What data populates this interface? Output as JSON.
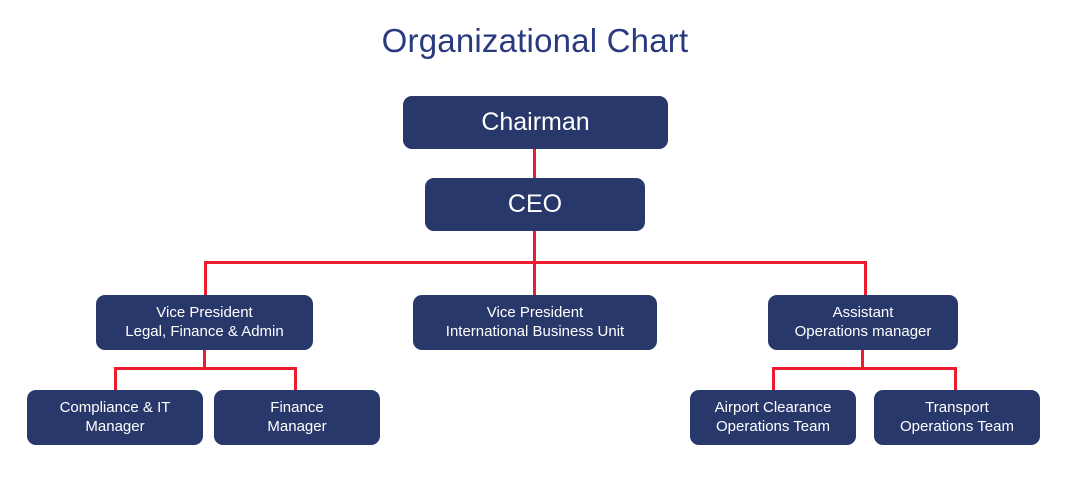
{
  "title": "Organizational Chart",
  "theme": {
    "node_fill": "#29386B",
    "node_text": "#FFFFFF",
    "connector": "#ED1B2E",
    "title_color": "#2A3A7E",
    "background": "#FFFFFF"
  },
  "chart_data": {
    "type": "diagram",
    "diagram_kind": "organizational-chart",
    "title": "Organizational Chart",
    "levels": 4,
    "nodes": [
      {
        "id": "chairman",
        "label": "Chairman",
        "line1": "Chairman",
        "line2": "",
        "level": 1,
        "parent": null
      },
      {
        "id": "ceo",
        "label": "CEO",
        "line1": "CEO",
        "line2": "",
        "level": 2,
        "parent": "chairman"
      },
      {
        "id": "vp-legal",
        "label": "Vice President Legal, Finance & Admin",
        "line1": "Vice President",
        "line2": "Legal, Finance & Admin",
        "level": 3,
        "parent": "ceo"
      },
      {
        "id": "vp-intl",
        "label": "Vice President International Business Unit",
        "line1": "Vice President",
        "line2": "International Business Unit",
        "level": 3,
        "parent": "ceo"
      },
      {
        "id": "asst-ops",
        "label": "Assistant Operations manager",
        "line1": "Assistant",
        "line2": "Operations manager",
        "level": 3,
        "parent": "ceo"
      },
      {
        "id": "compliance",
        "label": "Compliance & IT Manager",
        "line1": "Compliance & IT",
        "line2": "Manager",
        "level": 4,
        "parent": "vp-legal"
      },
      {
        "id": "finance",
        "label": "Finance Manager",
        "line1": "Finance",
        "line2": "Manager",
        "level": 4,
        "parent": "vp-legal"
      },
      {
        "id": "airport",
        "label": "Airport Clearance Operations Team",
        "line1": "Airport Clearance",
        "line2": "Operations Team",
        "level": 4,
        "parent": "asst-ops"
      },
      {
        "id": "transport",
        "label": "Transport Operations Team",
        "line1": "Transport",
        "line2": "Operations Team",
        "level": 4,
        "parent": "asst-ops"
      }
    ],
    "edges": [
      {
        "from": "chairman",
        "to": "ceo"
      },
      {
        "from": "ceo",
        "to": "vp-legal"
      },
      {
        "from": "ceo",
        "to": "vp-intl"
      },
      {
        "from": "ceo",
        "to": "asst-ops"
      },
      {
        "from": "vp-legal",
        "to": "compliance"
      },
      {
        "from": "vp-legal",
        "to": "finance"
      },
      {
        "from": "asst-ops",
        "to": "airport"
      },
      {
        "from": "asst-ops",
        "to": "transport"
      }
    ]
  },
  "nodes": {
    "chairman": {
      "line1": "Chairman"
    },
    "ceo": {
      "line1": "CEO"
    },
    "vp_legal": {
      "line1": "Vice President",
      "line2": "Legal, Finance & Admin"
    },
    "vp_intl": {
      "line1": "Vice President",
      "line2": "International Business Unit"
    },
    "asst_ops": {
      "line1": "Assistant",
      "line2": "Operations manager"
    },
    "compliance": {
      "line1": "Compliance & IT",
      "line2": "Manager"
    },
    "finance": {
      "line1": "Finance",
      "line2": "Manager"
    },
    "airport": {
      "line1": "Airport Clearance",
      "line2": "Operations Team"
    },
    "transport": {
      "line1": "Transport",
      "line2": "Operations Team"
    }
  }
}
